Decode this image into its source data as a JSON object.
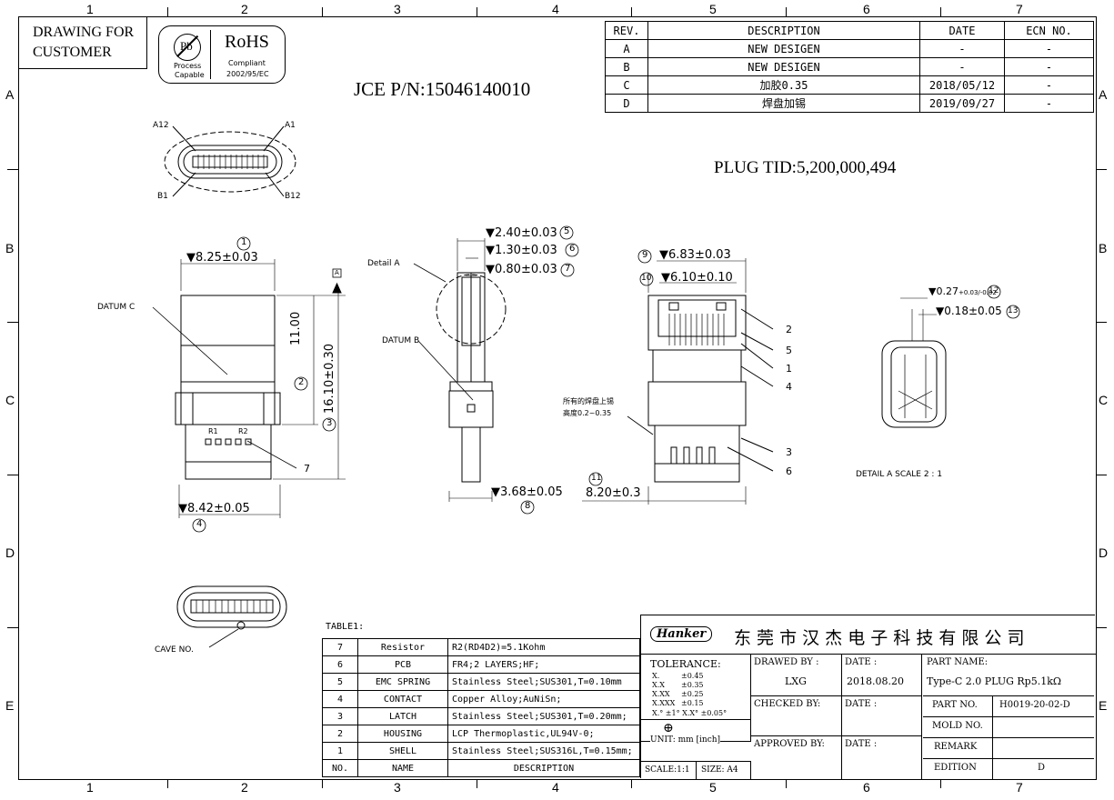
{
  "zones": {
    "top": [
      "1",
      "2",
      "3",
      "4",
      "5",
      "6",
      "7"
    ],
    "left": [
      "A",
      "B",
      "C",
      "D",
      "E"
    ]
  },
  "header": {
    "drawing_for": "DRAWING FOR CUSTOMER",
    "pb_symbol": "Pb",
    "pb_text1": "Process",
    "pb_text2": "Capable",
    "rohs_title": "RoHS",
    "rohs_text1": "Compliant",
    "rohs_text2": "2002/95/EC",
    "part_number": "JCE P/N:15046140010",
    "plug_tid": "PLUG TID:5,200,000,494"
  },
  "revisions": {
    "headers": [
      "REV.",
      "DESCRIPTION",
      "DATE",
      "ECN NO."
    ],
    "rows": [
      [
        "A",
        "NEW DESIGEN",
        "-",
        "-"
      ],
      [
        "B",
        "NEW DESIGEN",
        "-",
        "-"
      ],
      [
        "C",
        "加胶0.35",
        "2018/05/12",
        "-"
      ],
      [
        "D",
        "焊盘加锡",
        "2019/09/27",
        "-"
      ]
    ]
  },
  "labels": {
    "a12": "A12",
    "a1": "A1",
    "b1": "B1",
    "b12": "B12",
    "datum_c": "DATUM C",
    "datum_b": "DATUM B",
    "detail_a": "Detail A",
    "detail_a_scale": "DETAIL A  SCALE 2 : 1",
    "cave_no": "CAVE NO.",
    "r1": "R1",
    "r2": "R2",
    "solder_note1": "所有的焊盘上锡",
    "solder_note2": "高度0.2~0.35",
    "datum_a": "A"
  },
  "dimensions": {
    "d1": "8.25±0.03",
    "d2": "11.00",
    "d3": "16.10±0.30",
    "d4": "8.42±0.05",
    "d5": "2.40±0.03",
    "d6": "1.30±0.03",
    "d7": "0.80±0.03",
    "d8": "3.68±0.05",
    "d9": "6.83±0.03",
    "d10": "6.10±0.10",
    "d11": "8.20±0.3",
    "d12": "0.27",
    "d12_tol": "+0.03/-0.02",
    "d13": "0.18±0.05"
  },
  "balloons": [
    "1",
    "2",
    "3",
    "4",
    "5",
    "6",
    "7",
    "8",
    "9",
    "10",
    "11",
    "12",
    "13"
  ],
  "bom": {
    "title": "TABLE1:",
    "headers": [
      "NO.",
      "NAME",
      "DESCRIPTION"
    ],
    "rows": [
      [
        "7",
        "Resistor",
        "R2(RD4D2)=5.1Kohm"
      ],
      [
        "6",
        "PCB",
        "FR4;2 LAYERS;HF;"
      ],
      [
        "5",
        "EMC SPRING",
        "Stainless Steel;SUS301,T=0.10mm"
      ],
      [
        "4",
        "CONTACT",
        "Copper Alloy;AuNiSn;"
      ],
      [
        "3",
        "LATCH",
        "Stainless Steel;SUS301,T=0.20mm;"
      ],
      [
        "2",
        "HOUSING",
        "LCP Thermoplastic,UL94V-0;"
      ],
      [
        "1",
        "SHELL",
        "Stainless Steel;SUS316L,T=0.15mm;"
      ]
    ]
  },
  "title_block": {
    "logo": "Hanker",
    "company": "东 莞 市 汉 杰 电 子 科 技 有 限 公 司",
    "tolerance_label": "TOLERANCE:",
    "tolerances": [
      [
        "X.",
        "±0.45"
      ],
      [
        "X.X",
        "±0.35"
      ],
      [
        "X.XX",
        "±0.25"
      ],
      [
        "X.XXX",
        "±0.15"
      ]
    ],
    "angle_tol": "X.° ±1°    X.X° ±0.05°",
    "unit": "UNIT: mm [inch]",
    "scale": "SCALE:1:1",
    "size": "SIZE: A4",
    "drawed_by_label": "DRAWED BY :",
    "drawed_by": "LXG",
    "date_label": "DATE :",
    "date": "2018.08.20",
    "checked_by_label": "CHECKED BY:",
    "approved_by_label": "APPROVED BY:",
    "part_name_label": "PART NAME:",
    "part_name": "Type-C 2.0 PLUG Rp5.1kΩ",
    "part_no_label": "PART NO.",
    "part_no": "H0019-20-02-D",
    "mold_no_label": "MOLD NO.",
    "remark_label": "REMARK",
    "edition_label": "EDITION",
    "edition": "D"
  }
}
